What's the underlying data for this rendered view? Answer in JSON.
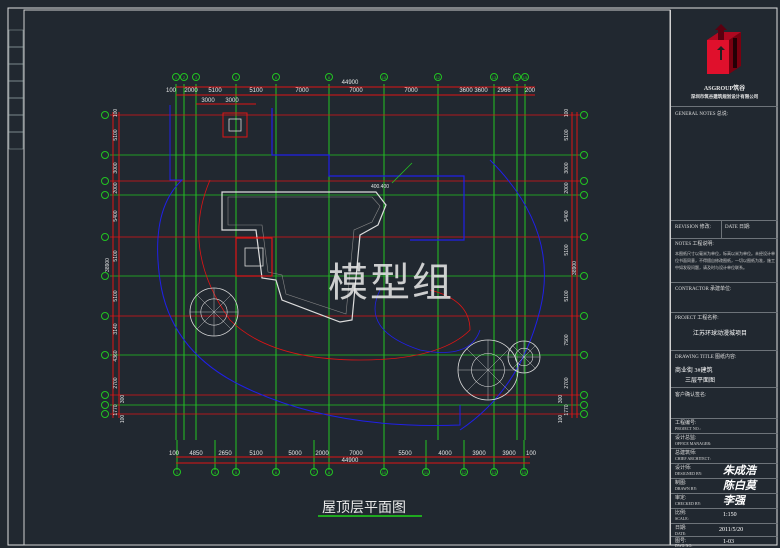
{
  "drawing": {
    "sheet_title": "屋顶层平面图",
    "watermark": "模型组",
    "overall_dimension": "44900",
    "top_axes": [
      "1",
      "2",
      "3",
      "5",
      "6",
      "8",
      "10",
      "12",
      "13",
      "14",
      "15"
    ],
    "top_dims_row1": [
      "100",
      "2000",
      "5100",
      "5100",
      "7000",
      "7000",
      "7000",
      "3600",
      "3600",
      "2966",
      "200"
    ],
    "top_dims_row2": [
      "3000",
      "3000"
    ],
    "bottom_axes": [
      "1",
      "4",
      "5",
      "6",
      "7",
      "8",
      "10",
      "11",
      "12",
      "13",
      "15"
    ],
    "bottom_dims": [
      "100",
      "4850",
      "2650",
      "5100",
      "5000",
      "2000",
      "7000",
      "5500",
      "4000",
      "3900",
      "3900",
      "100"
    ],
    "left_dims": [
      "100",
      "5100",
      "3000",
      "2000",
      "5400",
      "5100",
      "5100",
      "3140",
      "4360",
      "2700",
      "300",
      "1770",
      "100"
    ],
    "left_total": "38900",
    "right_dims": [
      "100",
      "5100",
      "3000",
      "2000",
      "5400",
      "5100",
      "5100",
      "7500",
      "2700",
      "1770",
      "300",
      "100"
    ],
    "right_total": "38900",
    "elevation_label": "400.400"
  },
  "title_block": {
    "firm_name": "ASGROUP筑谷",
    "firm_subtitle": "深圳市筑谷建筑规划设计有限公司",
    "general_notes_label": "GENERAL NOTES 总说:",
    "revision_label": "REVISION 修改:",
    "date_label": "DATE 日期:",
    "notes_label": "NOTES 工程说明:",
    "notes_text": "本图纸尺寸以毫米为单位，标高以米为单位。未经设计单位书面同意，不得擅自修改图纸，一切以图纸为准，施工中如发现问题，请及时与设计单位联系。",
    "contractor_label": "CONTRACTOR 承建单位:",
    "project_label": "PROJECT 工程名称:",
    "project_name": "江苏环球动漫城项目",
    "drawing_title_label": "DRAWING TITLE 图纸内容:",
    "drawing_title_line1": "商业街   3#建筑",
    "drawing_title_line2": "三层平面图",
    "client_label": "客户确认签名:",
    "project_no_label": "工程编号:",
    "project_no_en": "PROJECT NO.:",
    "office_manager_label": "设计总监:",
    "office_manager_en": "OFFICE MANAGER:",
    "chief_architect_label": "总建筑师:",
    "chief_architect_en": "CHIEF ARCHITECT:",
    "designed_label": "设计师:",
    "designed_en": "DESIGNED BY:",
    "drawn_label": "制图:",
    "drawn_en": "DRAWN BY:",
    "checked_label": "审定:",
    "checked_en": "CHECKED BY:",
    "scale_label": "比例:",
    "scale_en": "SCALE:",
    "scale_value": "1:150",
    "date_cn": "日期:",
    "date_en": "DATE:",
    "date_value": "2011/5/20",
    "drawing_no_label": "图号:",
    "drawing_no_en": "DWG NO:",
    "drawing_no_value": "1-03",
    "signatures": [
      "朱成浩",
      "陈白莫",
      "李强"
    ]
  }
}
